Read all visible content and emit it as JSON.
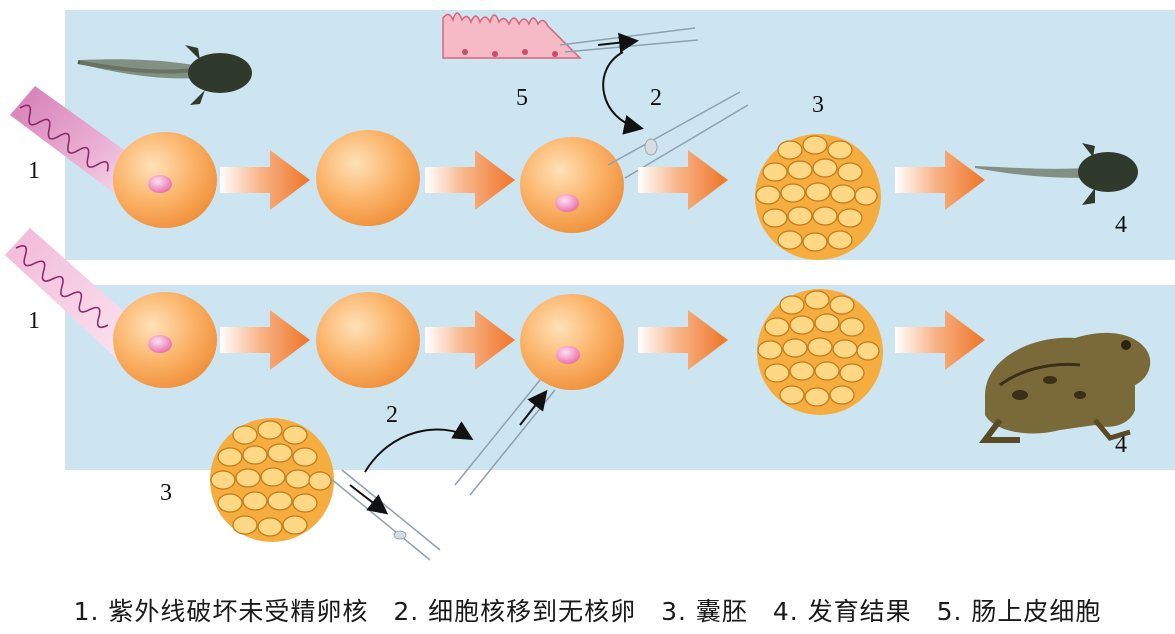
{
  "panels": {
    "top": {
      "labels": {
        "uv": "1",
        "transfer": "2",
        "blastula": "3",
        "result": "4",
        "intestine": "5"
      }
    },
    "bottom": {
      "labels": {
        "uv": "1",
        "transfer": "2",
        "blastula": "3",
        "result": "4"
      }
    }
  },
  "legend": {
    "item1": "1. 紫外线破坏未受精卵核",
    "item2": "2. 细胞核移到无核卵",
    "item3": "3. 囊胚",
    "item4": "4. 发育结果",
    "item5": "5. 肠上皮细胞"
  },
  "colors": {
    "panel": "#cfe6f2",
    "egg": "#f7a24e",
    "nucleus": "#f08bb8",
    "arrow": "#f07a2a",
    "uv_beam": "#e9a7cf",
    "cells": "#f6b13c"
  }
}
